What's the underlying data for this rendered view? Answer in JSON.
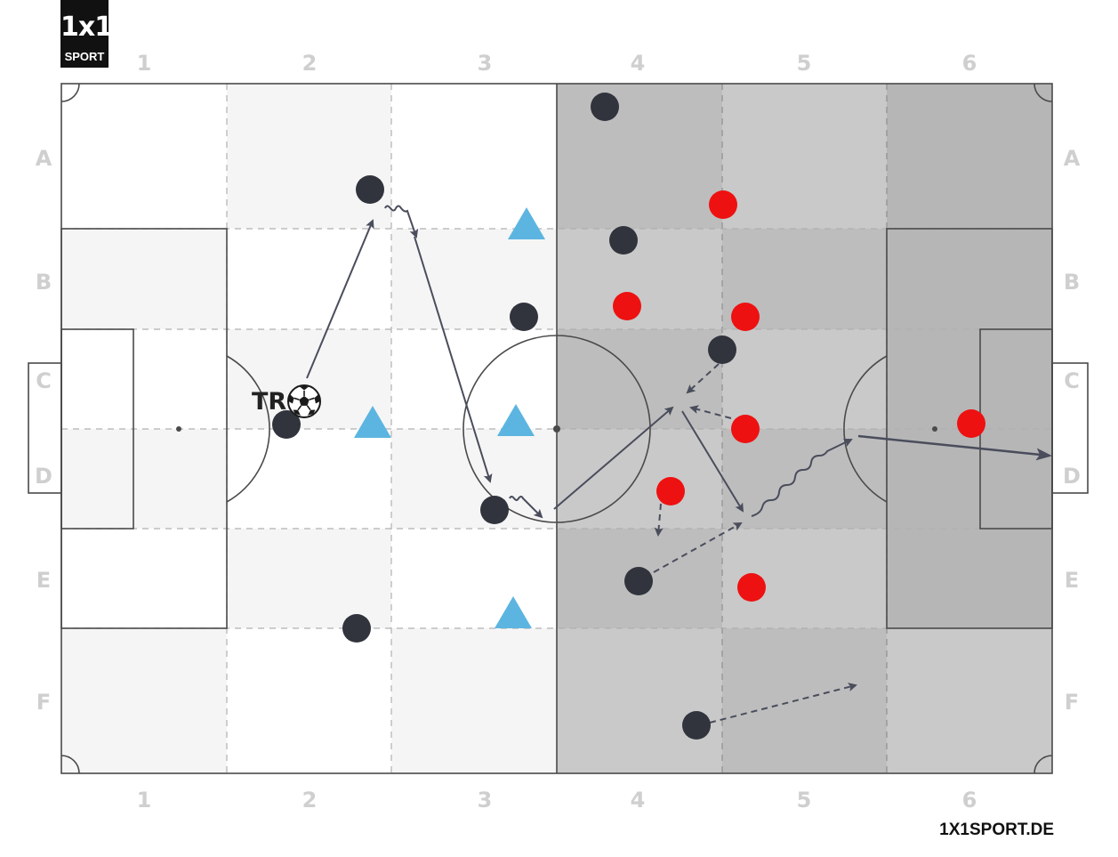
{
  "brand": {
    "logo_mark": "1x1",
    "logo_sport": "SPORT",
    "site": "1X1SPORT.DE"
  },
  "grid": {
    "columns": [
      "1",
      "2",
      "3",
      "4",
      "5",
      "6"
    ],
    "rows": [
      "A",
      "B",
      "C",
      "D",
      "E",
      "F"
    ]
  },
  "annotations": {
    "start_marker": "TR"
  },
  "colors": {
    "team_dark": "#31343d",
    "team_red": "#ee1111",
    "cone_blue": "#5cb5e0",
    "arrow": "#4a4d5c",
    "line": "#4a4a4a",
    "shade_light": "#f5f5f5",
    "shade_mid": "#c8c8c8",
    "shade_dark": "#bdbdbd",
    "label": "#cfcfcf"
  },
  "icons": {
    "ball": "soccer-ball-icon"
  }
}
